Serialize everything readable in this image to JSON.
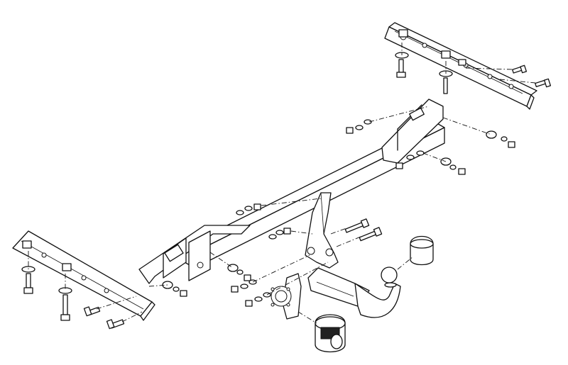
{
  "diagram": {
    "type": "exploded-assembly",
    "parts": [
      "crossbar",
      "left-side-bracket",
      "right-side-bracket",
      "tow-ball-neck",
      "tow-ball-cap",
      "electrical-socket-plate",
      "socket-cover",
      "bolts",
      "nuts",
      "washers"
    ]
  },
  "colors": {
    "line": "#111111",
    "background": "#ffffff"
  }
}
